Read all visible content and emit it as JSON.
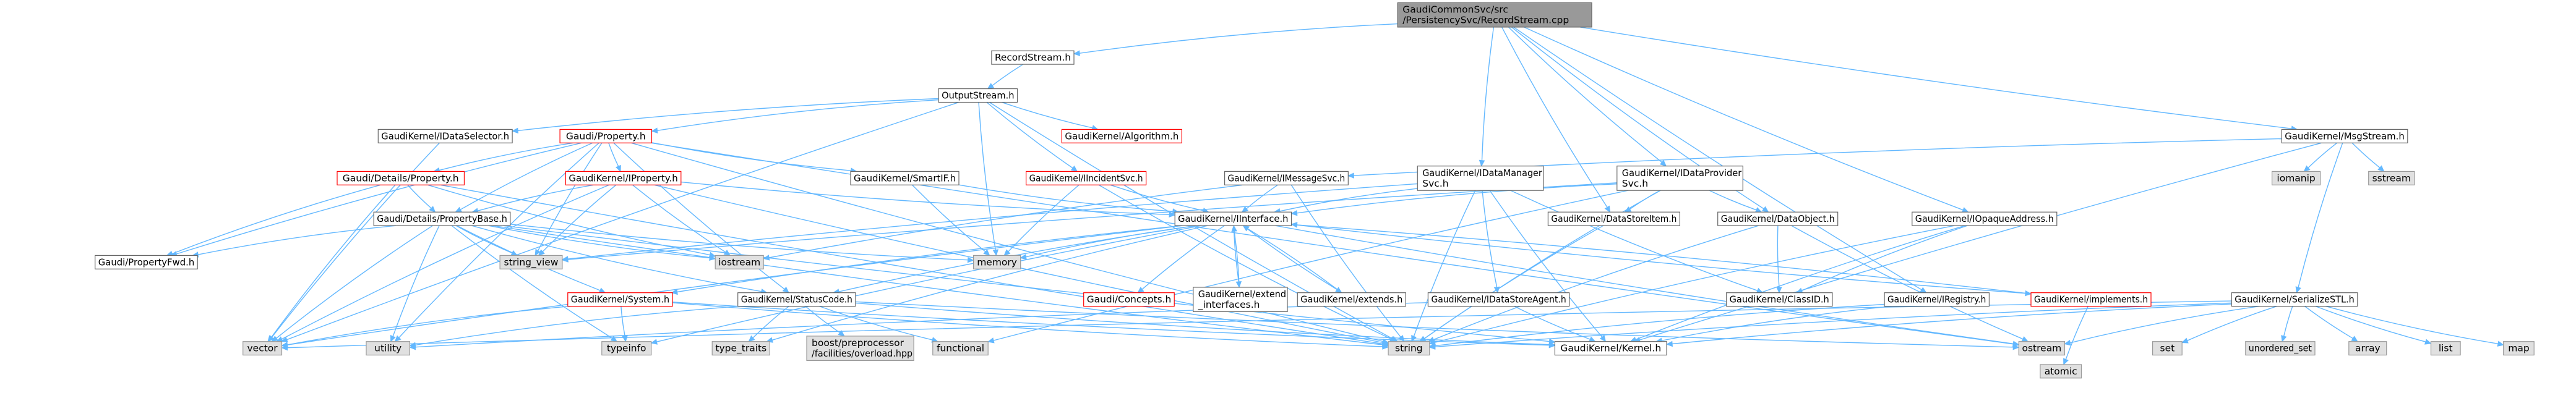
{
  "diagram": {
    "root": "root",
    "colors": {
      "edge": "#63B8FF",
      "node_fill": "#ffffff",
      "node_border": "#666666",
      "root_fill": "#999999",
      "root_border": "#666666",
      "external_fill": "#e0e0e0",
      "external_border": "#999999",
      "red_border": "#ff0000"
    },
    "nodes": [
      {
        "id": "root",
        "lines": [
          "GaudiCommonSvc/src",
          "/PersistencySvc/RecordStream.cpp"
        ],
        "style": "root"
      },
      {
        "id": "RecordStream",
        "lines": [
          "RecordStream.h"
        ],
        "style": "normal"
      },
      {
        "id": "OutputStream",
        "lines": [
          "OutputStream.h"
        ],
        "style": "normal"
      },
      {
        "id": "IDataSelector",
        "lines": [
          "GaudiKernel/IDataSelector.h"
        ],
        "style": "normal"
      },
      {
        "id": "Property",
        "lines": [
          "Gaudi/Property.h"
        ],
        "style": "red"
      },
      {
        "id": "Algorithm",
        "lines": [
          "GaudiKernel/Algorithm.h"
        ],
        "style": "red"
      },
      {
        "id": "DetailsProperty",
        "lines": [
          "Gaudi/Details/Property.h"
        ],
        "style": "red"
      },
      {
        "id": "IProperty",
        "lines": [
          "GaudiKernel/IProperty.h"
        ],
        "style": "red"
      },
      {
        "id": "SmartIF",
        "lines": [
          "GaudiKernel/SmartIF.h"
        ],
        "style": "normal"
      },
      {
        "id": "IIncidentSvc",
        "lines": [
          "GaudiKernel/IIncidentSvc.h"
        ],
        "style": "red"
      },
      {
        "id": "IMessageSvc",
        "lines": [
          "GaudiKernel/IMessageSvc.h"
        ],
        "style": "normal"
      },
      {
        "id": "IDataManagerSvc",
        "lines": [
          "GaudiKernel/IDataManager",
          "Svc.h"
        ],
        "style": "normal"
      },
      {
        "id": "IDataProviderSvc",
        "lines": [
          "GaudiKernel/IDataProvider",
          "Svc.h"
        ],
        "style": "normal"
      },
      {
        "id": "MsgStream",
        "lines": [
          "GaudiKernel/MsgStream.h"
        ],
        "style": "normal"
      },
      {
        "id": "PropertyBase",
        "lines": [
          "Gaudi/Details/PropertyBase.h"
        ],
        "style": "normal"
      },
      {
        "id": "IInterface",
        "lines": [
          "GaudiKernel/IInterface.h"
        ],
        "style": "normal"
      },
      {
        "id": "DataStoreItem",
        "lines": [
          "GaudiKernel/DataStoreItem.h"
        ],
        "style": "normal"
      },
      {
        "id": "DataObject",
        "lines": [
          "GaudiKernel/DataObject.h"
        ],
        "style": "normal"
      },
      {
        "id": "IOpaqueAddress",
        "lines": [
          "GaudiKernel/IOpaqueAddress.h"
        ],
        "style": "normal"
      },
      {
        "id": "PropertyFwd",
        "lines": [
          "Gaudi/PropertyFwd.h"
        ],
        "style": "normal"
      },
      {
        "id": "iostream",
        "lines": [
          "iostream"
        ],
        "style": "external"
      },
      {
        "id": "string_view",
        "lines": [
          "string_view"
        ],
        "style": "external"
      },
      {
        "id": "System",
        "lines": [
          "GaudiKernel/System.h"
        ],
        "style": "red"
      },
      {
        "id": "StatusCode",
        "lines": [
          "GaudiKernel/StatusCode.h"
        ],
        "style": "normal"
      },
      {
        "id": "memory",
        "lines": [
          "memory"
        ],
        "style": "external"
      },
      {
        "id": "Concepts",
        "lines": [
          "Gaudi/Concepts.h"
        ],
        "style": "red"
      },
      {
        "id": "extend_interfaces",
        "lines": [
          "GaudiKernel/extend",
          "_interfaces.h"
        ],
        "style": "normal"
      },
      {
        "id": "extends",
        "lines": [
          "GaudiKernel/extends.h"
        ],
        "style": "normal"
      },
      {
        "id": "IDataStoreAgent",
        "lines": [
          "GaudiKernel/IDataStoreAgent.h"
        ],
        "style": "normal"
      },
      {
        "id": "ClassID",
        "lines": [
          "GaudiKernel/ClassID.h"
        ],
        "style": "normal"
      },
      {
        "id": "IRegistry",
        "lines": [
          "GaudiKernel/IRegistry.h"
        ],
        "style": "normal"
      },
      {
        "id": "implements",
        "lines": [
          "GaudiKernel/implements.h"
        ],
        "style": "red"
      },
      {
        "id": "SerializeSTL",
        "lines": [
          "GaudiKernel/SerializeSTL.h"
        ],
        "style": "normal"
      },
      {
        "id": "iomanip",
        "lines": [
          "iomanip"
        ],
        "style": "external"
      },
      {
        "id": "sstream",
        "lines": [
          "sstream"
        ],
        "style": "external"
      },
      {
        "id": "vector",
        "lines": [
          "vector"
        ],
        "style": "external"
      },
      {
        "id": "utility",
        "lines": [
          "utility"
        ],
        "style": "external"
      },
      {
        "id": "typeinfo",
        "lines": [
          "typeinfo"
        ],
        "style": "external"
      },
      {
        "id": "type_traits",
        "lines": [
          "type_traits"
        ],
        "style": "external"
      },
      {
        "id": "boost_overload",
        "lines": [
          "boost/preprocessor",
          "/facilities/overload.hpp"
        ],
        "style": "external"
      },
      {
        "id": "functional",
        "lines": [
          "functional"
        ],
        "style": "external"
      },
      {
        "id": "string",
        "lines": [
          "string"
        ],
        "style": "external"
      },
      {
        "id": "Kernel",
        "lines": [
          "GaudiKernel/Kernel.h"
        ],
        "style": "normal"
      },
      {
        "id": "ostream",
        "lines": [
          "ostream"
        ],
        "style": "external"
      },
      {
        "id": "atomic",
        "lines": [
          "atomic"
        ],
        "style": "external"
      },
      {
        "id": "set",
        "lines": [
          "set"
        ],
        "style": "external"
      },
      {
        "id": "unordered_set",
        "lines": [
          "unordered_set"
        ],
        "style": "external"
      },
      {
        "id": "array",
        "lines": [
          "array"
        ],
        "style": "external"
      },
      {
        "id": "list",
        "lines": [
          "list"
        ],
        "style": "external"
      },
      {
        "id": "map",
        "lines": [
          "map"
        ],
        "style": "external"
      }
    ],
    "edges": [
      [
        "root",
        "RecordStream"
      ],
      [
        "root",
        "IDataManagerSvc"
      ],
      [
        "root",
        "IDataProviderSvc"
      ],
      [
        "root",
        "IOpaqueAddress"
      ],
      [
        "root",
        "DataStoreItem"
      ],
      [
        "root",
        "DataObject"
      ],
      [
        "root",
        "IRegistry"
      ],
      [
        "root",
        "MsgStream"
      ],
      [
        "RecordStream",
        "OutputStream"
      ],
      [
        "OutputStream",
        "IDataSelector"
      ],
      [
        "OutputStream",
        "Property"
      ],
      [
        "OutputStream",
        "Algorithm"
      ],
      [
        "OutputStream",
        "IIncidentSvc"
      ],
      [
        "OutputStream",
        "memory"
      ],
      [
        "OutputStream",
        "string"
      ],
      [
        "OutputStream",
        "vector"
      ],
      [
        "IDataSelector",
        "vector"
      ],
      [
        "Property",
        "DetailsProperty"
      ],
      [
        "Property",
        "IProperty"
      ],
      [
        "Property",
        "PropertyBase"
      ],
      [
        "Property",
        "PropertyFwd"
      ],
      [
        "Property",
        "SmartIF"
      ],
      [
        "Property",
        "string"
      ],
      [
        "Property",
        "string_view"
      ],
      [
        "Property",
        "utility"
      ],
      [
        "Property",
        "ostream"
      ],
      [
        "Property",
        "StatusCode"
      ],
      [
        "DetailsProperty",
        "PropertyBase"
      ],
      [
        "DetailsProperty",
        "PropertyFwd"
      ],
      [
        "DetailsProperty",
        "iostream"
      ],
      [
        "DetailsProperty",
        "vector"
      ],
      [
        "DetailsProperty",
        "string"
      ],
      [
        "IProperty",
        "PropertyBase"
      ],
      [
        "IProperty",
        "IInterface"
      ],
      [
        "IProperty",
        "string"
      ],
      [
        "IProperty",
        "vector"
      ],
      [
        "IProperty",
        "iostream"
      ],
      [
        "IProperty",
        "string_view"
      ],
      [
        "SmartIF",
        "IInterface"
      ],
      [
        "SmartIF",
        "memory"
      ],
      [
        "IIncidentSvc",
        "IInterface"
      ],
      [
        "IIncidentSvc",
        "string"
      ],
      [
        "IIncidentSvc",
        "memory"
      ],
      [
        "IMessageSvc",
        "IInterface"
      ],
      [
        "IMessageSvc",
        "string"
      ],
      [
        "IMessageSvc",
        "iostream"
      ],
      [
        "IDataManagerSvc",
        "IInterface"
      ],
      [
        "IDataManagerSvc",
        "IDataStoreAgent"
      ],
      [
        "IDataManagerSvc",
        "ClassID"
      ],
      [
        "IDataManagerSvc",
        "string"
      ],
      [
        "IDataManagerSvc",
        "Kernel"
      ],
      [
        "IDataManagerSvc",
        "string_view"
      ],
      [
        "IDataProviderSvc",
        "IInterface"
      ],
      [
        "IDataProviderSvc",
        "DataObject"
      ],
      [
        "IDataProviderSvc",
        "DataStoreItem"
      ],
      [
        "IDataProviderSvc",
        "string"
      ],
      [
        "IDataProviderSvc",
        "string_view"
      ],
      [
        "IDataProviderSvc",
        "functional"
      ],
      [
        "MsgStream",
        "IMessageSvc"
      ],
      [
        "MsgStream",
        "SerializeSTL"
      ],
      [
        "MsgStream",
        "iomanip"
      ],
      [
        "MsgStream",
        "sstream"
      ],
      [
        "MsgStream",
        "Kernel"
      ],
      [
        "PropertyBase",
        "PropertyFwd"
      ],
      [
        "PropertyBase",
        "iostream"
      ],
      [
        "PropertyBase",
        "string_view"
      ],
      [
        "PropertyBase",
        "System"
      ],
      [
        "PropertyBase",
        "StatusCode"
      ],
      [
        "PropertyBase",
        "vector"
      ],
      [
        "PropertyBase",
        "utility"
      ],
      [
        "PropertyBase",
        "typeinfo"
      ],
      [
        "PropertyBase",
        "string"
      ],
      [
        "PropertyBase",
        "Kernel"
      ],
      [
        "PropertyBase",
        "memory"
      ],
      [
        "IInterface",
        "Concepts"
      ],
      [
        "IInterface",
        "extend_interfaces"
      ],
      [
        "IInterface",
        "extends"
      ],
      [
        "IInterface",
        "implements"
      ],
      [
        "IInterface",
        "StatusCode"
      ],
      [
        "IInterface",
        "System"
      ],
      [
        "IInterface",
        "typeinfo"
      ],
      [
        "IInterface",
        "type_traits"
      ],
      [
        "IInterface",
        "memory"
      ],
      [
        "IInterface",
        "ostream"
      ],
      [
        "IInterface",
        "vector"
      ],
      [
        "extend_interfaces",
        "IInterface"
      ],
      [
        "extends",
        "IInterface"
      ],
      [
        "implements",
        "IInterface"
      ],
      [
        "DataStoreItem",
        "string"
      ],
      [
        "DataObject",
        "ClassID"
      ],
      [
        "DataObject",
        "string"
      ],
      [
        "DataObject",
        "ostream"
      ],
      [
        "IOpaqueAddress",
        "ClassID"
      ],
      [
        "IOpaqueAddress",
        "Kernel"
      ],
      [
        "IOpaqueAddress",
        "string"
      ],
      [
        "IRegistry",
        "Kernel"
      ],
      [
        "IRegistry",
        "string"
      ],
      [
        "System",
        "vector"
      ],
      [
        "System",
        "typeinfo"
      ],
      [
        "System",
        "string"
      ],
      [
        "System",
        "Kernel"
      ],
      [
        "StatusCode",
        "boost_overload"
      ],
      [
        "StatusCode",
        "functional"
      ],
      [
        "StatusCode",
        "type_traits"
      ],
      [
        "StatusCode",
        "ostream"
      ],
      [
        "StatusCode",
        "utility"
      ],
      [
        "StatusCode",
        "Kernel"
      ],
      [
        "IDataStoreAgent",
        "Kernel"
      ],
      [
        "IDataStoreAgent",
        "utility"
      ],
      [
        "implements",
        "atomic"
      ],
      [
        "SerializeSTL",
        "set"
      ],
      [
        "SerializeSTL",
        "unordered_set"
      ],
      [
        "SerializeSTL",
        "array"
      ],
      [
        "SerializeSTL",
        "list"
      ],
      [
        "SerializeSTL",
        "map"
      ],
      [
        "SerializeSTL",
        "vector"
      ],
      [
        "SerializeSTL",
        "ostream"
      ],
      [
        "SerializeSTL",
        "string"
      ],
      [
        "SerializeSTL",
        "Kernel"
      ]
    ]
  }
}
